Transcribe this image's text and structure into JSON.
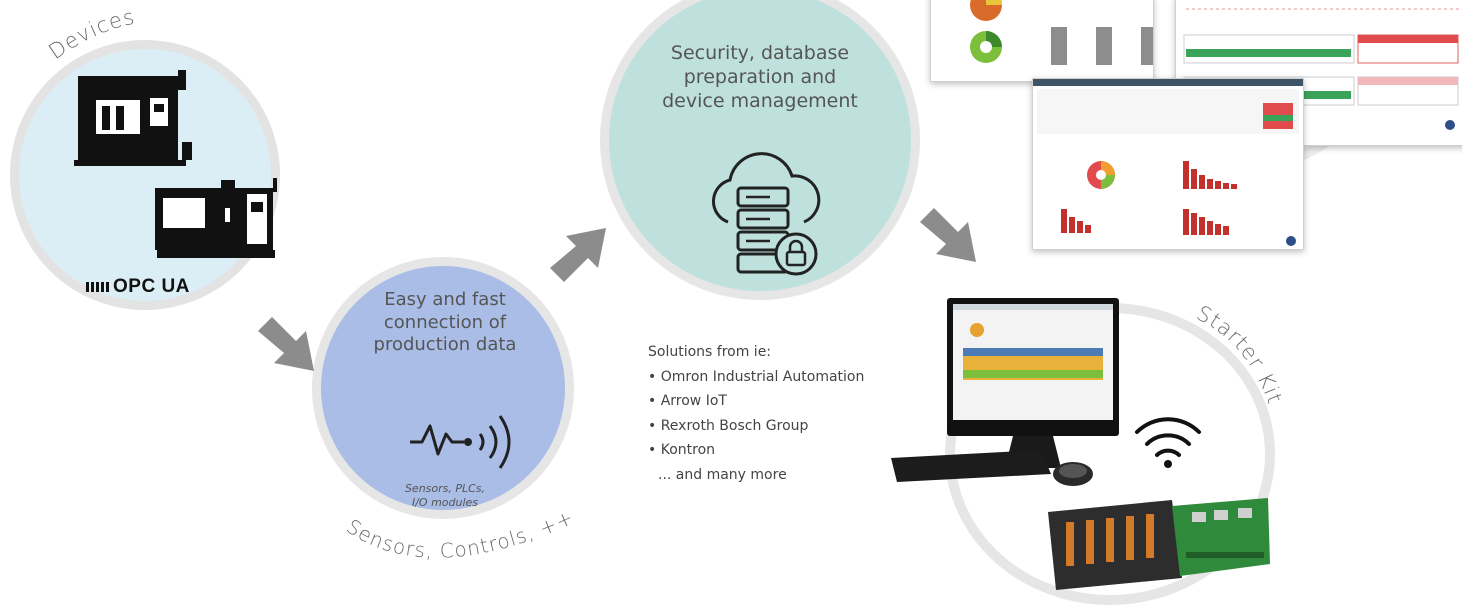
{
  "labels": {
    "devices": "Devices",
    "sensors_curve": "Sensors, Controls, ++",
    "starter_kit": "Starter Kit",
    "opc_ua": "OPC UA"
  },
  "sensors": {
    "title_lines": [
      "Easy and fast",
      "connection of",
      "production data"
    ],
    "subtitle_lines": [
      "Sensors, PLCs,",
      "I/O modules"
    ]
  },
  "security": {
    "title_lines": [
      "Security, database",
      "preparation and",
      "device management"
    ]
  },
  "solutions": {
    "heading": "Solutions from ie:",
    "items": [
      "• Omron Industrial Automation",
      "• Arrow IoT",
      "• Rexroth Bosch Group",
      "• Kontron"
    ],
    "footer": "... and many more"
  },
  "icons": {
    "devices": [
      "cnc-machine-icon",
      "lathe-machine-icon"
    ],
    "signal": "sensor-signal-icon",
    "cloud_db": "cloud-database-lock-icon",
    "wifi": "wifi-icon"
  },
  "colors": {
    "devices_circle": "#dbeef6",
    "sensors_circle": "#a9bde6",
    "security_circle": "#bfe1dd",
    "ring": "#e6e6e6",
    "arrow": "#8c8c8c"
  }
}
